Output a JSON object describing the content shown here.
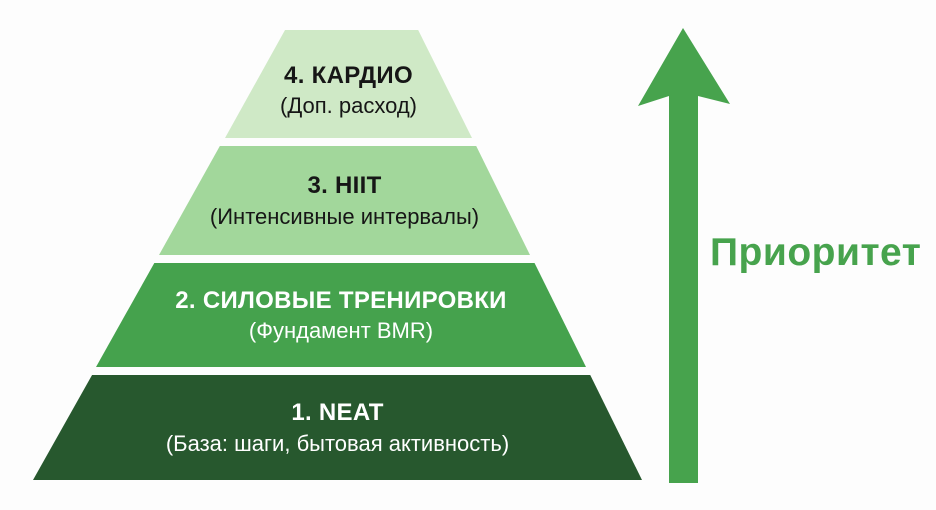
{
  "diagram": {
    "kind": "pyramid",
    "topic": "training-priority",
    "background_color": "#fdfdfd"
  },
  "pyramid": {
    "levels": [
      {
        "rank": 4,
        "id": "cardio",
        "title": "4. КАРДИО",
        "subtitle": "(Доп. расход)",
        "bg_color": "#cfe9c6",
        "text_color": "#161616"
      },
      {
        "rank": 3,
        "id": "hiit",
        "title": "3. HIIT",
        "subtitle": "(Интенсивные интервалы)",
        "bg_color": "#a2d79b",
        "text_color": "#161616"
      },
      {
        "rank": 2,
        "id": "strength",
        "title": "2. СИЛОВЫЕ ТРЕНИРОВКИ",
        "subtitle": "(Фундамент BMR)",
        "bg_color": "#45a24d",
        "text_color": "#ffffff"
      },
      {
        "rank": 1,
        "id": "neat",
        "title": "1. NEAT",
        "subtitle": "(База: шаги, бытовая активность)",
        "bg_color": "#27582e",
        "text_color": "#ffffff"
      }
    ]
  },
  "priority": {
    "label": "Приоритет",
    "direction": "up",
    "arrow_icon": "up-arrow",
    "accent_color": "#47a34d"
  }
}
